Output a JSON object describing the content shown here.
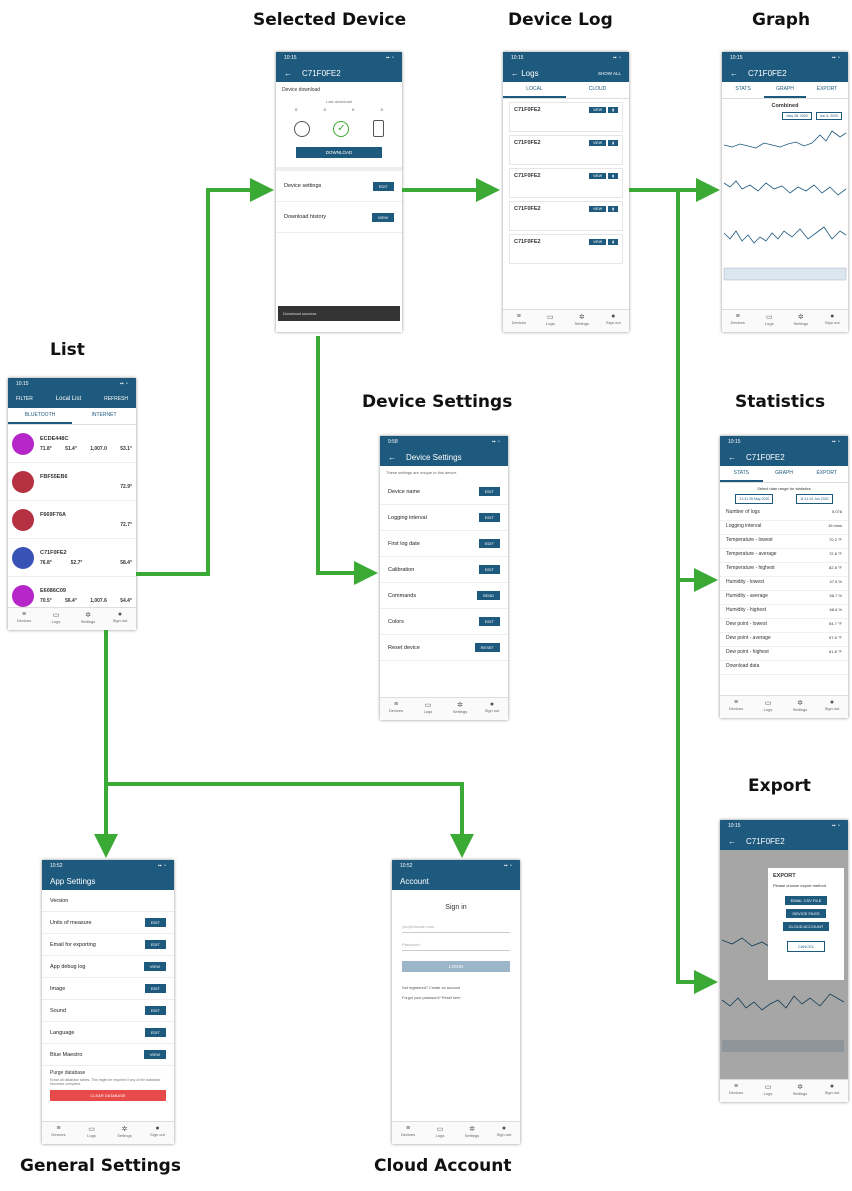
{
  "labels": {
    "selected_device": "Selected Device",
    "device_log": "Device Log",
    "graph": "Graph",
    "list": "List",
    "device_settings": "Device Settings",
    "statistics": "Statistics",
    "export": "Export",
    "general_settings": "General Settings",
    "cloud_account": "Cloud Account"
  },
  "nav": [
    "Devices",
    "Logs",
    "Settings",
    "Sign out"
  ],
  "list_screen": {
    "filter": "FILTER",
    "title": "Local List",
    "refresh": "REFRESH",
    "tabs": [
      "BLUETOOTH",
      "INTERNET"
    ],
    "devices": [
      {
        "name": "ECDE448C",
        "color": "#b526c9",
        "values": [
          "71.8°",
          "51.4°",
          "1,007.0",
          "53.1°"
        ]
      },
      {
        "name": "FBF55EB6",
        "color": "#b53041",
        "values": [
          "",
          "",
          "",
          "72.9°"
        ]
      },
      {
        "name": "F669F76A",
        "color": "#b53041",
        "values": [
          "",
          "",
          "",
          "72.7°"
        ]
      },
      {
        "name": "C71F0FE2",
        "color": "#3852b5",
        "values": [
          "76.8°",
          "52.7°",
          "",
          "58.4°"
        ]
      },
      {
        "name": "E6086C09",
        "color": "#b526c9",
        "values": [
          "70.5°",
          "56.4°",
          "1,007.6",
          "54.4°"
        ]
      }
    ]
  },
  "selected_screen": {
    "title": "C71F0FE2",
    "section": "Device download",
    "last_download": "Last download",
    "download_button": "DOWNLOAD",
    "rows": [
      {
        "title": "Device settings",
        "button": "EDIT"
      },
      {
        "title": "Download history",
        "button": "VIEW"
      }
    ],
    "toast": "Download success"
  },
  "log_screen": {
    "title": "Logs",
    "show_all": "SHOW ALL",
    "tabs": [
      "LOCAL",
      "CLOUD"
    ],
    "entries": [
      "C71F0FE2",
      "C71F0FE2",
      "C71F0FE2",
      "C71F0FE2",
      "C71F0FE2"
    ],
    "view": "VIEW"
  },
  "graph_screen": {
    "title": "C71F0FE2",
    "tabs": [
      "STATS",
      "GRAPH",
      "EXPORT"
    ],
    "chart_title": "Combined",
    "from": "May 28, 2020",
    "to": "Jun 4, 2020"
  },
  "settings_screen": {
    "title": "Device Settings",
    "intro": "These settings are unique to this device",
    "rows": [
      {
        "title": "Device name",
        "button": "EDIT"
      },
      {
        "title": "Logging interval",
        "button": "EDIT"
      },
      {
        "title": "First log date",
        "button": "EDIT"
      },
      {
        "title": "Calibration",
        "button": "EDIT"
      },
      {
        "title": "Commands",
        "button": "SEND"
      },
      {
        "title": "Colors",
        "button": "EDIT"
      },
      {
        "title": "Reset device",
        "button": "RESET"
      }
    ]
  },
  "stats_screen": {
    "title": "C71F0FE2",
    "tabs": [
      "STATS",
      "GRAPH",
      "EXPORT"
    ],
    "range_title": "Select date range for statistics",
    "from": "21:31 25 May 2020",
    "to": "11:11 04 Jun 2020",
    "rows": [
      {
        "title": "Number of logs",
        "value": "5,076"
      },
      {
        "title": "Logging interval",
        "value": "15 mins"
      },
      {
        "title": "Temperature - lowest",
        "value": "70.2 °F"
      },
      {
        "title": "Temperature - average",
        "value": "72.8 °F"
      },
      {
        "title": "Temperature - highest",
        "value": "82.8 °F"
      },
      {
        "title": "Humidity - lowest",
        "value": "47.5 %"
      },
      {
        "title": "Humidity - average",
        "value": "58.7 %"
      },
      {
        "title": "Humidity - highest",
        "value": "68.6 %"
      },
      {
        "title": "Dew point - lowest",
        "value": "54.7 °F"
      },
      {
        "title": "Dew point - average",
        "value": "57.6 °F"
      },
      {
        "title": "Dew point - highest",
        "value": "61.8 °F"
      },
      {
        "title": "Download data",
        "value": ""
      }
    ]
  },
  "export_screen": {
    "title": "C71F0FE2",
    "dialog_title": "EXPORT",
    "dialog_text": "Please choose export method",
    "options": [
      "EMAIL CSV FILE",
      "DEVICE FILES",
      "CLOUD ACCOUNT"
    ],
    "cancel": "CANCEL"
  },
  "app_settings_screen": {
    "title": "App Settings",
    "rows": [
      {
        "title": "Version",
        "button": ""
      },
      {
        "title": "Units of measure",
        "button": "EDIT"
      },
      {
        "title": "Email for exporting",
        "button": "EDIT"
      },
      {
        "title": "App debug log",
        "button": "VIEW"
      },
      {
        "title": "Image",
        "button": "EDIT"
      },
      {
        "title": "Sound",
        "button": "EDIT"
      },
      {
        "title": "Language",
        "button": "EDIT"
      },
      {
        "title": "Blue Maestro",
        "button": "VIEW"
      }
    ],
    "purge_title": "Purge database",
    "purge_text": "Erase all database tables. This might be required if any of the database becomes corrupted.",
    "clear_button": "CLEAR DATABASE"
  },
  "account_screen": {
    "title": "Account",
    "heading": "Sign in",
    "email_placeholder": "you@domain.com",
    "password_placeholder": "Password",
    "login": "LOGIN",
    "register": "Not registered? Create an account",
    "forgot": "Forgot your password? Reset here"
  },
  "colors": {
    "accent": "#1e5a7e",
    "arrow": "#3aaa35",
    "danger": "#e84a4a"
  }
}
